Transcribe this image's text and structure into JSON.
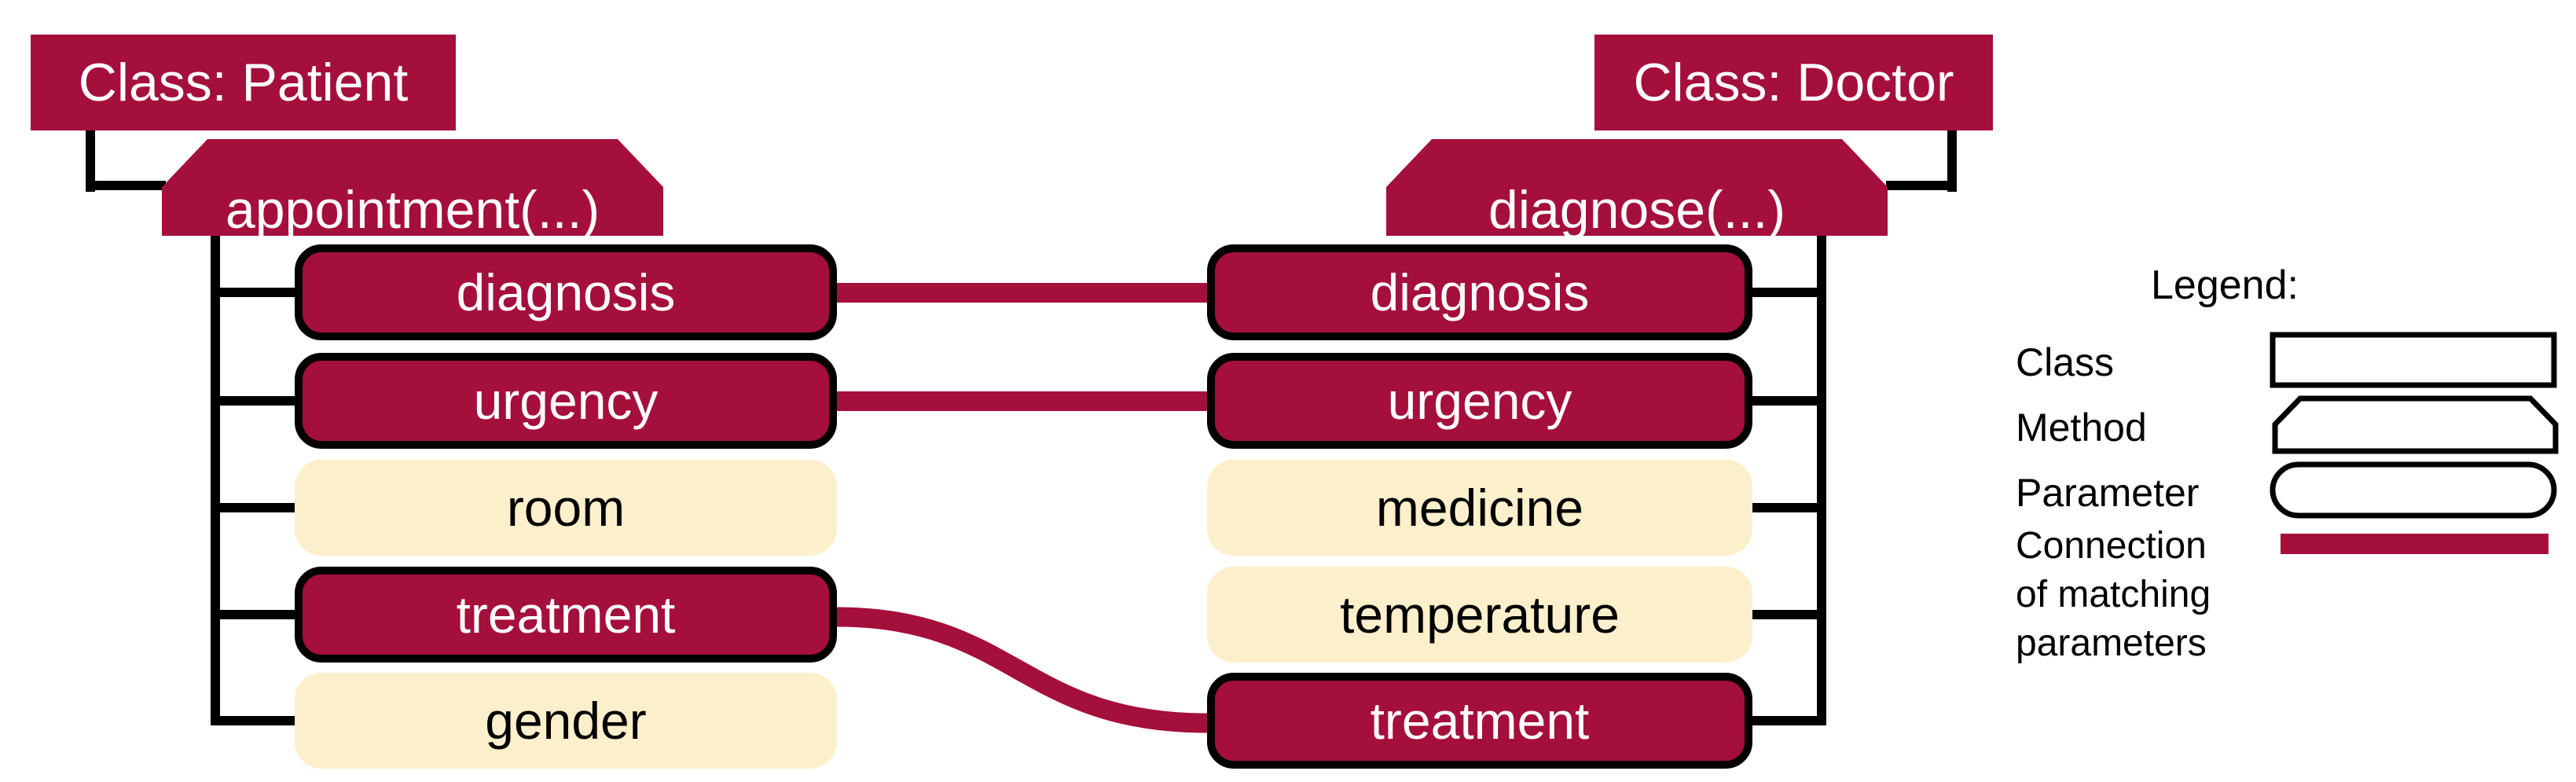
{
  "colors": {
    "crimson": "#A50F3C",
    "cream": "#FCEFCB",
    "black": "#000000",
    "white": "#FFFFFF"
  },
  "patient": {
    "class_label": "Class: Patient",
    "method_label": "appointment(...)",
    "params": [
      {
        "label": "diagnosis",
        "matched": true
      },
      {
        "label": "urgency",
        "matched": true
      },
      {
        "label": "room",
        "matched": false
      },
      {
        "label": "treatment",
        "matched": true
      },
      {
        "label": "gender",
        "matched": false
      }
    ]
  },
  "doctor": {
    "class_label": "Class: Doctor",
    "method_label": "diagnose(...)",
    "params": [
      {
        "label": "diagnosis",
        "matched": true
      },
      {
        "label": "urgency",
        "matched": true
      },
      {
        "label": "medicine",
        "matched": false
      },
      {
        "label": "temperature",
        "matched": false
      },
      {
        "label": "treatment",
        "matched": true
      }
    ]
  },
  "connections": [
    {
      "left_param": "diagnosis",
      "right_param": "diagnosis",
      "shape": "straight"
    },
    {
      "left_param": "urgency",
      "right_param": "urgency",
      "shape": "straight"
    },
    {
      "left_param": "treatment",
      "right_param": "treatment",
      "shape": "s-curve"
    }
  ],
  "legend": {
    "title": "Legend:",
    "items": [
      {
        "label": "Class",
        "symbol": "rectangle"
      },
      {
        "label": "Method",
        "symbol": "chamfered-rectangle"
      },
      {
        "label": "Parameter",
        "symbol": "rounded-rectangle"
      },
      {
        "label_lines": [
          "Connection",
          "of matching",
          "parameters"
        ],
        "symbol": "thick-crimson-line"
      }
    ]
  }
}
